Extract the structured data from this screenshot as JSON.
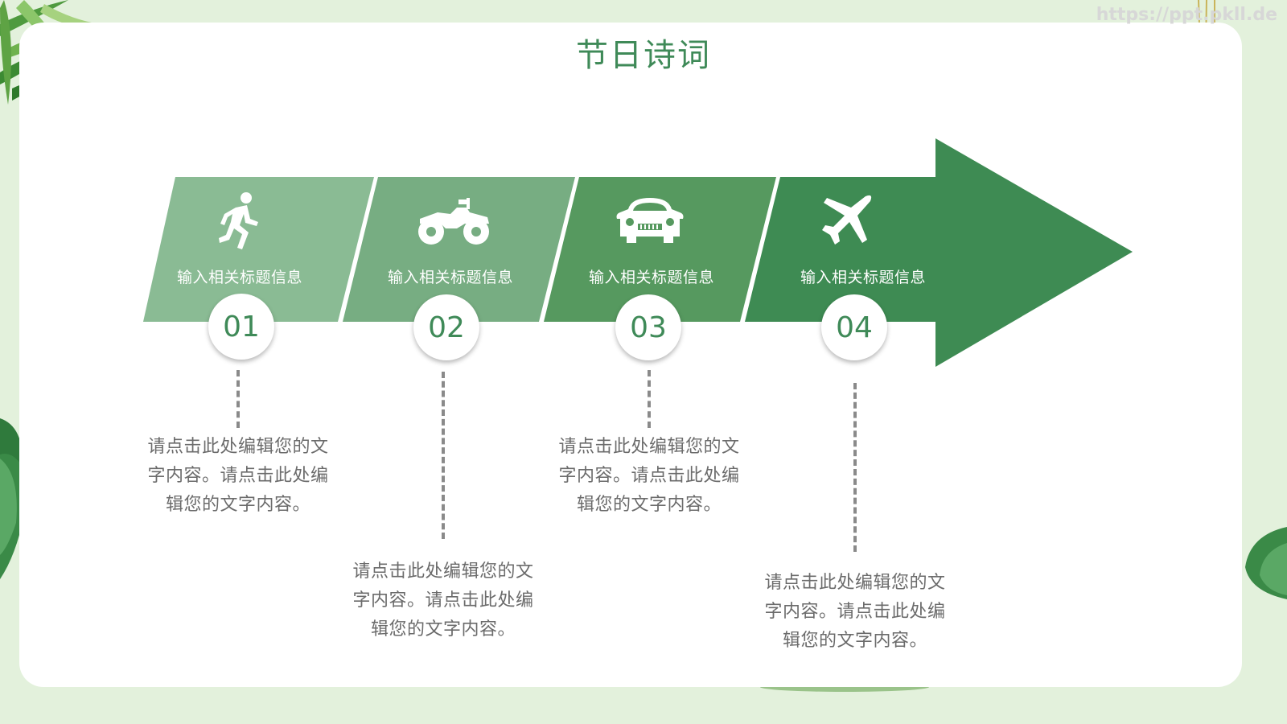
{
  "watermark": "https://ppt.pkll.de",
  "title": "节日诗词",
  "colors": {
    "background": "#e3f1dc",
    "accent": "#3f8a58",
    "segment_1": "#8abb94",
    "segment_2": "#77ad82",
    "segment_3": "#56995f",
    "segment_4": "#3e8b53"
  },
  "steps": [
    {
      "icon": "runner-icon",
      "label": "输入相关标题信息",
      "number": "01",
      "description": "请点击此处编辑您的文字内容。请点击此处编辑您的文字内容。"
    },
    {
      "icon": "atv-quad-bike-icon",
      "label": "输入相关标题信息",
      "number": "02",
      "description": "请点击此处编辑您的文字内容。请点击此处编辑您的文字内容。"
    },
    {
      "icon": "car-front-icon",
      "label": "输入相关标题信息",
      "number": "03",
      "description": "请点击此处编辑您的文字内容。请点击此处编辑您的文字内容。"
    },
    {
      "icon": "airplane-icon",
      "label": "输入相关标题信息",
      "number": "04",
      "description": "请点击此处编辑您的文字内容。请点击此处编辑您的文字内容。"
    }
  ]
}
